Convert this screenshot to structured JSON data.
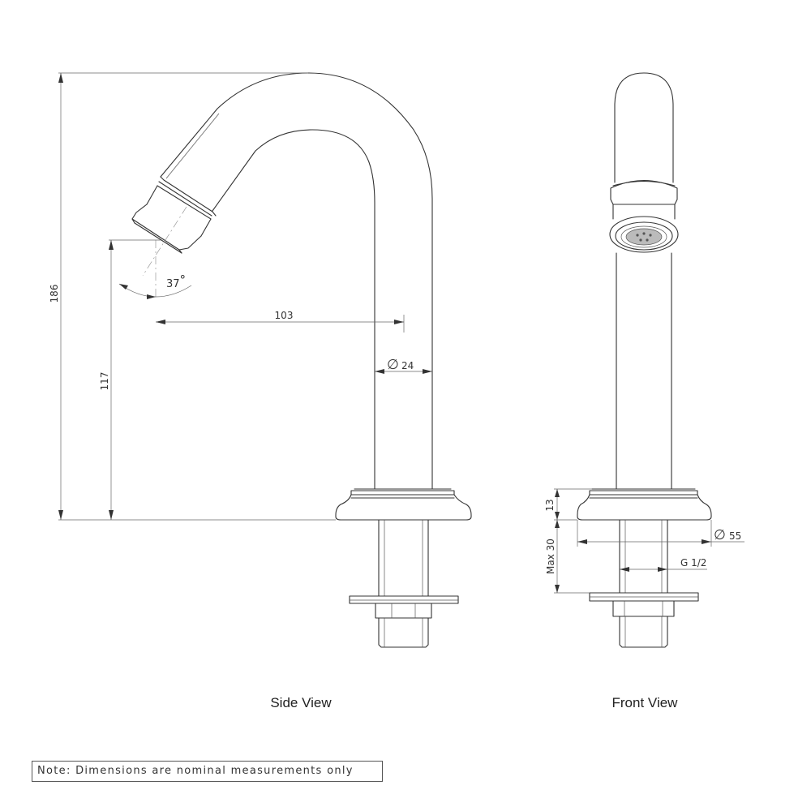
{
  "views": {
    "side": "Side View",
    "front": "Front View"
  },
  "dimensions": {
    "overall_height": "186",
    "outlet_height": "117",
    "reach": "103",
    "angle": "37",
    "angle_unit": "°",
    "spout_diameter": "24",
    "flange_height": "13",
    "flange_diameter": "55",
    "mounting_depth": "Max 30",
    "thread": "G 1/2",
    "diameter_symbol": "∅"
  },
  "note": "Note:  Dimensions are nominal measurements only"
}
